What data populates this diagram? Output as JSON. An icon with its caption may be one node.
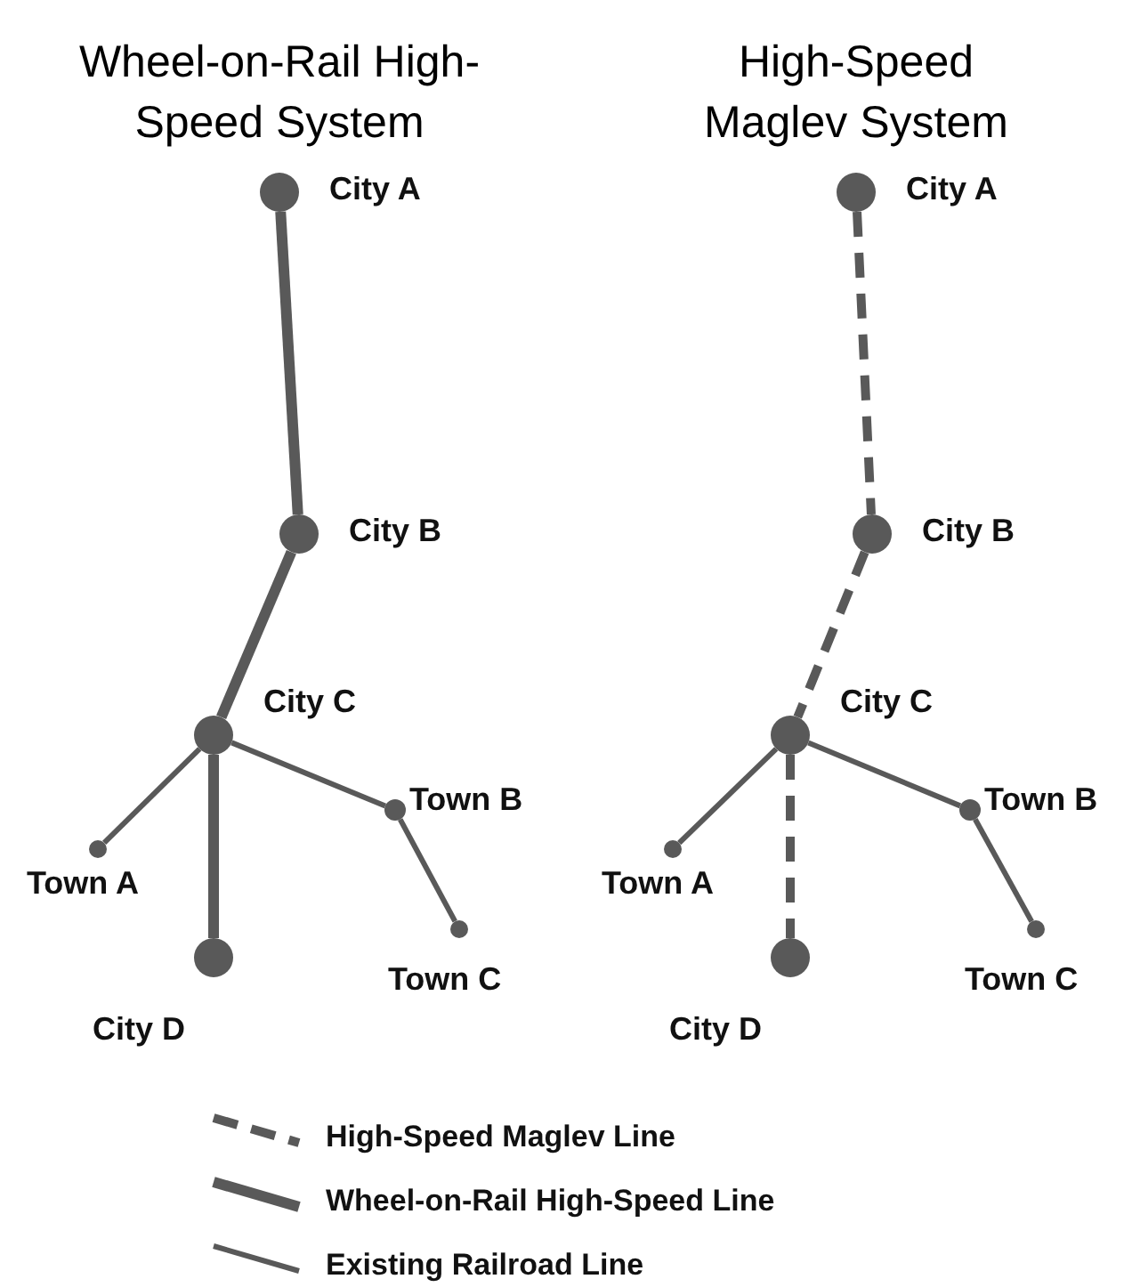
{
  "diagram": {
    "nodes": [
      {
        "text": [],
        "shape": "circle",
        "beside": [
          "City A"
        ]
      },
      {
        "text": [],
        "shape": "circle",
        "beside": [
          "City B"
        ]
      },
      {
        "text": [],
        "shape": "circle",
        "beside": [
          "City C"
        ]
      },
      {
        "text": [],
        "shape": "circle",
        "beside": [
          "Town A"
        ]
      },
      {
        "text": [],
        "shape": "circle",
        "beside": [
          "City D"
        ]
      },
      {
        "text": [],
        "shape": "circle",
        "beside": [
          "Town B"
        ]
      },
      {
        "text": [],
        "shape": "circle",
        "beside": [
          "Town C"
        ]
      },
      {
        "text": [],
        "shape": "circle",
        "beside": [
          "City A"
        ]
      },
      {
        "text": [],
        "shape": "circle",
        "beside": [
          "City B"
        ]
      },
      {
        "text": [],
        "shape": "circle",
        "beside": [
          "City C"
        ]
      },
      {
        "text": [],
        "shape": "circle",
        "beside": [
          "Town A"
        ]
      },
      {
        "text": [],
        "shape": "circle",
        "beside": [
          "City D"
        ]
      },
      {
        "text": [],
        "shape": "circle",
        "beside": [
          "Town B"
        ]
      },
      {
        "text": [],
        "shape": "circle",
        "beside": [
          "Town C"
        ]
      }
    ],
    "edges": [
      {
        "from": 0,
        "to": 1,
        "arrow": "none",
        "style": "thick"
      },
      {
        "from": 1,
        "to": 2,
        "arrow": "none",
        "style": "thick"
      },
      {
        "from": 2,
        "to": 3,
        "arrow": "none"
      },
      {
        "from": 2,
        "to": 4,
        "arrow": "none",
        "style": "thick"
      },
      {
        "from": 2,
        "to": 5,
        "arrow": "none"
      },
      {
        "from": 5,
        "to": 6,
        "arrow": "none"
      },
      {
        "from": 7,
        "to": 8,
        "arrow": "none",
        "style": "dashed"
      },
      {
        "from": 8,
        "to": 9,
        "arrow": "none",
        "style": "dashed"
      },
      {
        "from": 9,
        "to": 10,
        "arrow": "none"
      },
      {
        "from": 9,
        "to": 11,
        "arrow": "none",
        "style": "dashed"
      },
      {
        "from": 9,
        "to": 12,
        "arrow": "none"
      },
      {
        "from": 12,
        "to": 13,
        "arrow": "none"
      }
    ],
    "labels": [
      "Wheel-on-Rail High-Speed System",
      "High-Speed Maglev System"
    ],
    "legend": [
      {
        "text": "High-Speed Maglev Line"
      },
      {
        "text": "Wheel-on-Rail High-Speed Line"
      },
      {
        "text": "Existing Railroad Line"
      }
    ]
  }
}
